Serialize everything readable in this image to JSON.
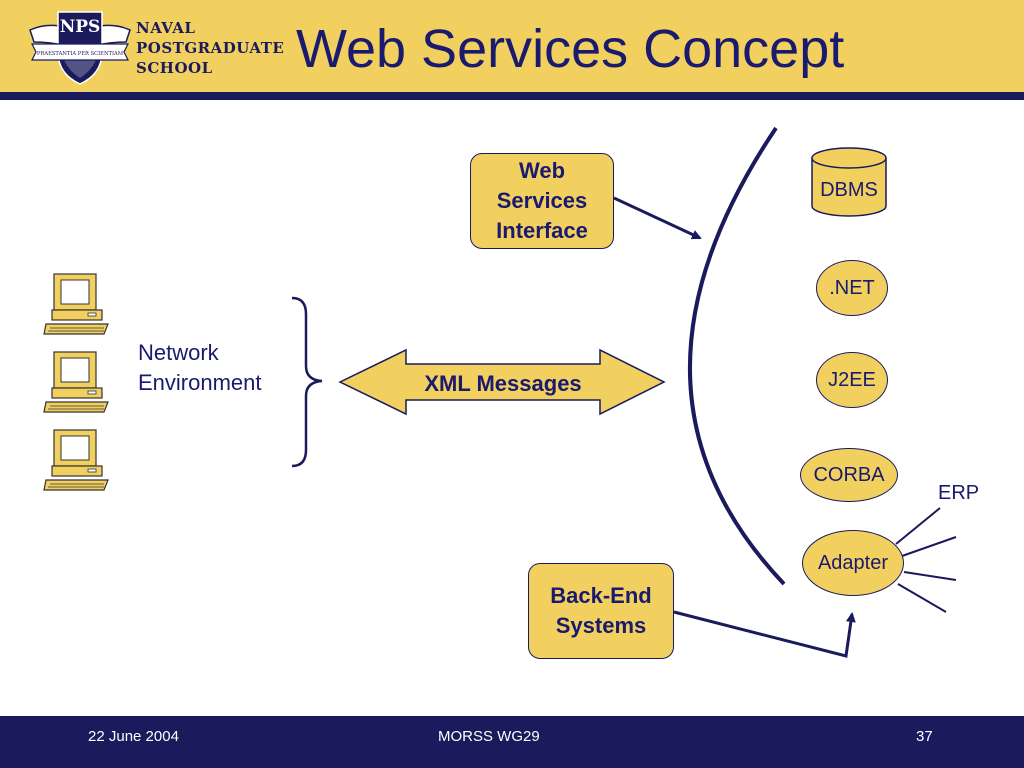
{
  "header": {
    "title": "Web Services Concept",
    "school_lines": [
      "NAVAL",
      "POSTGRADUATE",
      "SCHOOL"
    ],
    "logo_text": "NPS",
    "logo_motto": "PRAESTANTIA PER SCIENTIAM"
  },
  "diagram": {
    "network_label": [
      "Network",
      "Environment"
    ],
    "xml_label": "XML Messages",
    "web_services_box": [
      "Web",
      "Services",
      "Interface"
    ],
    "backend_box": [
      "Back-End",
      "Systems"
    ],
    "dbms": "DBMS",
    "dotnet": ".NET",
    "j2ee": "J2EE",
    "corba": "CORBA",
    "adapter": "Adapter",
    "erp": "ERP"
  },
  "footer": {
    "date": "22 June 2004",
    "center": "MORSS WG29",
    "page": "37"
  },
  "colors": {
    "gold": "#f2d060",
    "navy": "#1a1a5c",
    "text": "#1a1a6e"
  }
}
